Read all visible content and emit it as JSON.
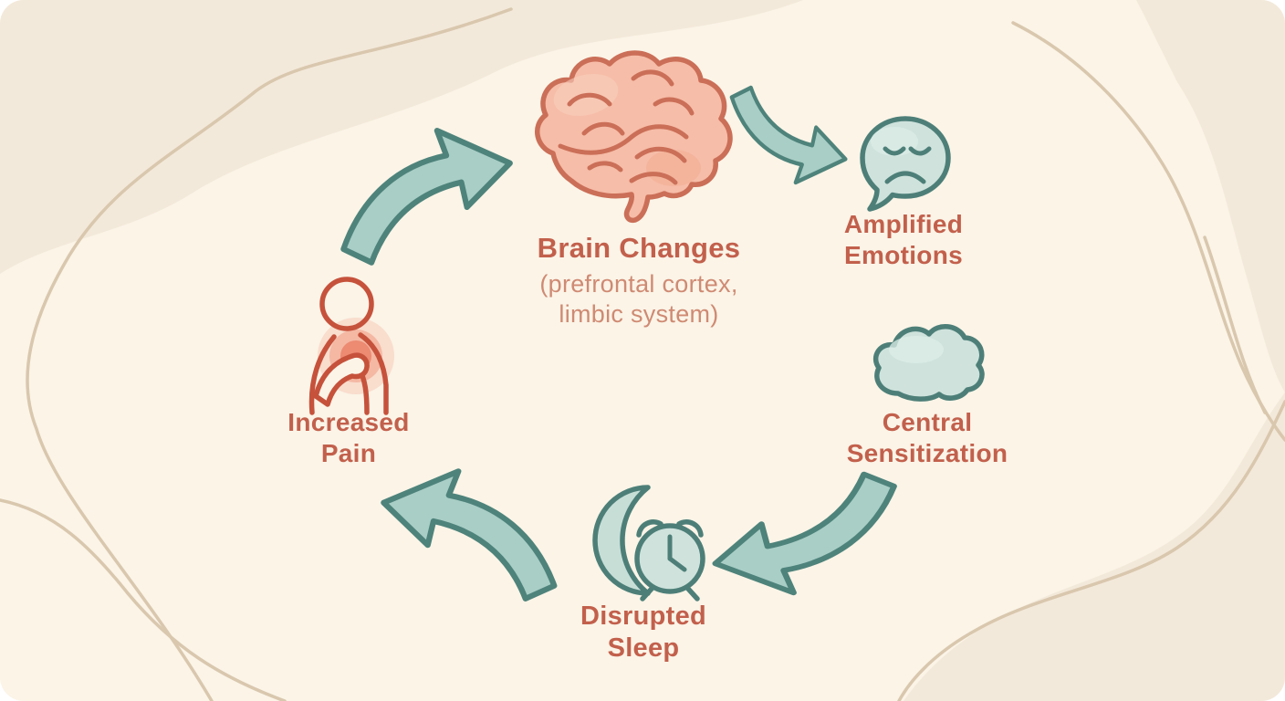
{
  "diagram": {
    "type": "cycle-diagram",
    "nodes": [
      {
        "id": "brain-changes",
        "icon": "brain-icon",
        "label": "Brain Changes",
        "sublines": [
          "(prefrontal cortex,",
          "limbic system)"
        ]
      },
      {
        "id": "amplified-emotions",
        "icon": "sad-face-speech-bubble-icon",
        "label": "Amplified Emotions",
        "lines": [
          "Amplified",
          "Emotions"
        ]
      },
      {
        "id": "central-sensitization",
        "icon": "cloud-icon",
        "label": "Central Sensitization",
        "lines": [
          "Central",
          "Sensitization"
        ]
      },
      {
        "id": "disrupted-sleep",
        "icon": "moon-alarm-clock-icon",
        "label": "Disrupted Sleep",
        "lines": [
          "Disrupted",
          "Sleep"
        ]
      },
      {
        "id": "increased-pain",
        "icon": "person-chest-pain-icon",
        "label": "Increased Pain",
        "lines": [
          "Increased",
          "Pain"
        ]
      }
    ],
    "edges": [
      {
        "from": "increased-pain",
        "to": "brain-changes"
      },
      {
        "from": "brain-changes",
        "to": "amplified-emotions"
      },
      {
        "from": "central-sensitization",
        "to": "disrupted-sleep"
      },
      {
        "from": "disrupted-sleep",
        "to": "increased-pain"
      }
    ],
    "colors": {
      "background": "#fbf4e7",
      "corner_blob": "#f3e9da",
      "decor_line": "#d9c7ae",
      "arrow_fill": "#a9cec6",
      "arrow_stroke": "#4e837b",
      "teal_icon_fill": "#cfe2dc",
      "teal_icon_stroke": "#4d7f78",
      "brain_fill": "#f6bda8",
      "brain_stroke": "#cb6f58",
      "pain_red": "#c6523c",
      "label_coral": "#c2604c",
      "sublabel_coral": "#cf8a73"
    }
  }
}
